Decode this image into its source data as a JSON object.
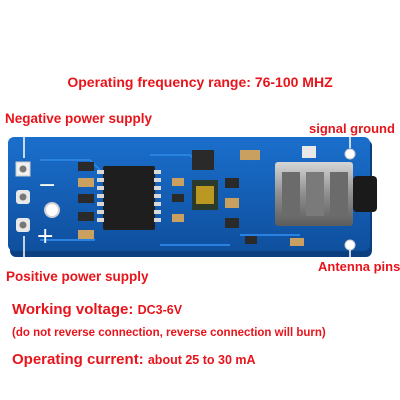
{
  "annotations": {
    "frequency_range": "Operating frequency range: 76-100 MHZ",
    "negative_supply": "Negative power supply",
    "positive_supply": "Positive power supply",
    "signal_ground": "signal ground",
    "antenna_pins": "Antenna pins"
  },
  "specs": {
    "voltage_label": "Working voltage:",
    "voltage_value": "DC3-6V",
    "warning": "(do not reverse connection, reverse connection will burn)",
    "current_label": "Operating current:",
    "current_value": "about 25 to 30 mA"
  },
  "board_markings": {
    "minus_sign": "−",
    "plus_sign": "+"
  },
  "colors": {
    "label_red": "#e8141b",
    "pcb_blue": "#1560b8",
    "pcb_dark": "#0e4a92",
    "chip_black": "#1e1e1e",
    "jack_silver": "#a8a8a8"
  }
}
